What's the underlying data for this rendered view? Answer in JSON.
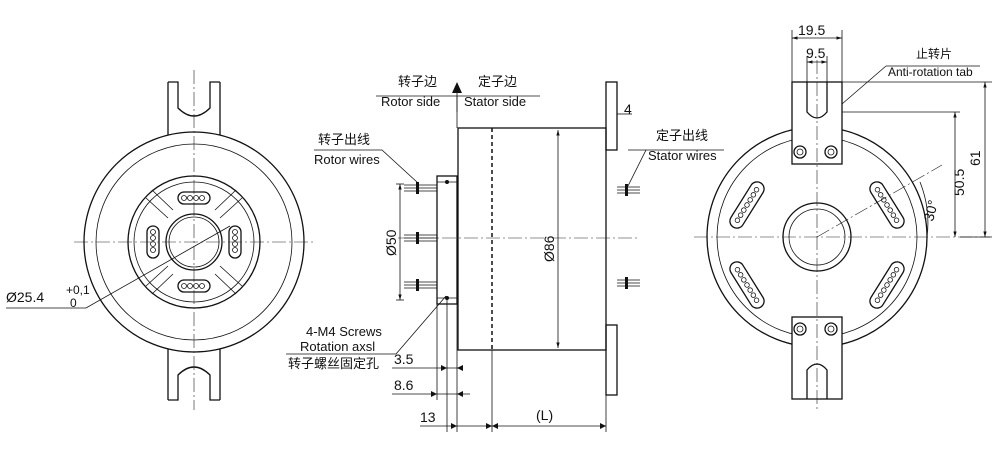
{
  "labels": {
    "rotor_side_cn": "转子边",
    "stator_side_cn": "定子边",
    "rotor_side_en": "Rotor side",
    "stator_side_en": "Stator side",
    "rotor_wires_cn": "转子出线",
    "rotor_wires_en": "Rotor wires",
    "stator_wires_cn": "定子出线",
    "stator_wires_en": "Stator wires",
    "screws_line1": "4-M4 Screws",
    "screws_line2": "Rotation axsl",
    "screws_cn": "转子螺丝固定孔",
    "anti_rotation_cn": "止转片",
    "anti_rotation_en": "Anti-rotation tab"
  },
  "dimensions": {
    "bore_dia": "Ø25.4",
    "bore_tol_upper": "+0,1",
    "bore_tol_lower": "0",
    "flange_dia": "Ø50",
    "body_dia": "Ø86",
    "tab_thickness": "4",
    "d_3_5": "3.5",
    "d_8_6": "8.6",
    "d_13": "13",
    "length": "(L)",
    "tab_width": "19.5",
    "slot_width": "9.5",
    "d_50_5": "50.5",
    "d_61": "61",
    "angle": "30°"
  },
  "colors": {
    "line": "#111111",
    "background": "#ffffff"
  }
}
